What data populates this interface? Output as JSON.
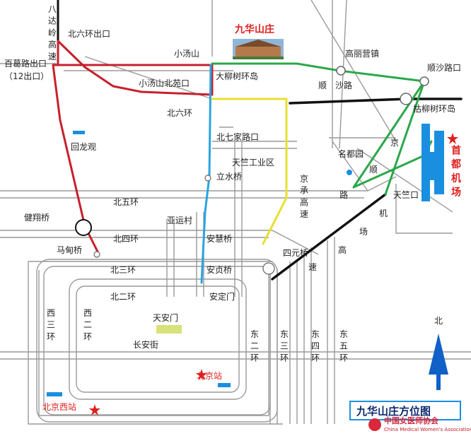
{
  "map": {
    "title_badge": "九华山庄方位图",
    "destination": "九华山庄",
    "airport": "首都机场",
    "north": "北",
    "footer_org_cn": "中国女医师协会",
    "footer_org_en": "China Medical Women's Association（CMWA）"
  },
  "labels": {
    "badaling": "八达岭高速",
    "bei6_exit": "北六环出口",
    "baige_exit": "百葛路出口",
    "exit12": "（12出口）",
    "xiaotangshan": "小汤山",
    "gaoliying": "高丽营镇",
    "shunsha_exit": "顺沙路口",
    "daliushu": "大柳树环岛",
    "xtsbeiyuan": "小汤山北苑口",
    "shunsha_road": "顺　沙路",
    "kuliushu": "枯柳树环岛",
    "bei6": "北六环",
    "beiqijia": "北七家路口",
    "huilongguan": "回龙观",
    "tianzhu_zone": "天竺工业区",
    "lishui": "立水桥",
    "jingcheng": "京承高速",
    "mingdu": "名都园",
    "jingshun": "京顺路",
    "tianzhukou": "天竺口",
    "bei5": "北五环",
    "jianxiang": "健翔桥",
    "yayuncun": "亚运村",
    "bei4": "北四环",
    "anhui": "安慧桥",
    "madian": "马甸桥",
    "siyuan": "四元桥",
    "airport_hwy": "机场高速",
    "bei3": "北三环",
    "anzhen": "安贞桥",
    "bei2": "北二环",
    "andingmen": "安定门",
    "xi3": "西三环",
    "xi2": "西二环",
    "tiananmen": "天安门",
    "dong2": "东二环",
    "dong3": "东三环",
    "dong4": "东四环",
    "dong5": "东五环",
    "changan": "长安街",
    "beijingzhan": "北京站",
    "beijingxizhan": "北京西站"
  },
  "colors": {
    "red_route": "#c8202c",
    "black_route": "#111111",
    "yellow_route": "#e8e030",
    "blue_route": "#2aa4e0",
    "green_route": "#2aa84a",
    "road_gray": "#9a9a9a",
    "title_red": "#e02020",
    "airport_blue": "#1a8fe0",
    "north_arrow": "#1060c8"
  }
}
